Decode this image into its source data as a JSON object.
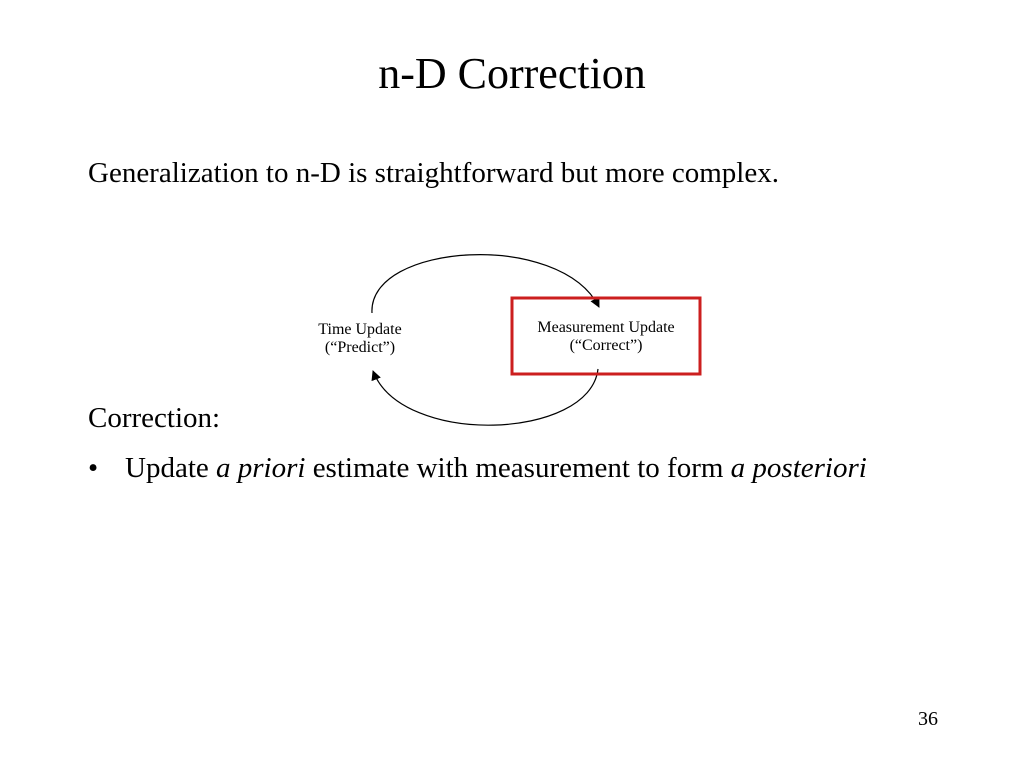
{
  "slide": {
    "title": "n-D Correction",
    "intro": "Generalization to n-D is straightforward but more complex.",
    "correction_heading": "Correction:",
    "bullet": {
      "marker": "•",
      "part1": "Update ",
      "italic1": "a priori",
      "part2": " estimate with measurement to form ",
      "italic2": "a posteriori"
    },
    "page_number": "36"
  },
  "diagram": {
    "time_update": {
      "line1": "Time Update",
      "line2": "(“Predict”)"
    },
    "measurement_update": {
      "line1": "Measurement Update",
      "line2": "(“Correct”)"
    },
    "highlight_color": "#cc1f1f"
  }
}
